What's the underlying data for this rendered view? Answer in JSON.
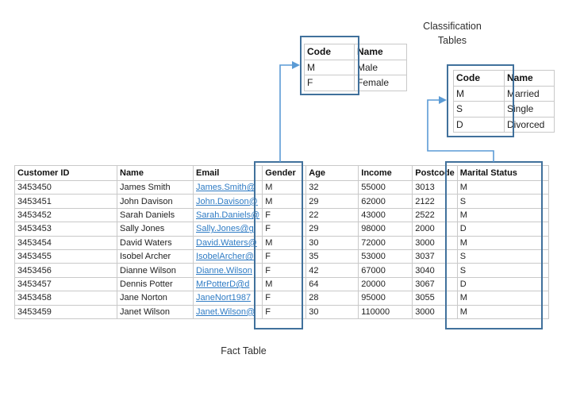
{
  "labels": {
    "classification_tables": "Classification Tables",
    "fact_table": "Fact Table"
  },
  "colors": {
    "highlight_box": "#41719c",
    "connector": "#5b9bd5",
    "hyperlink": "#2e7bc4",
    "grid_line": "#c9c9c9"
  },
  "gender_table": {
    "headers": [
      "Code",
      "Name"
    ],
    "rows": [
      {
        "code": "M",
        "name": "Male"
      },
      {
        "code": "F",
        "name": "Female"
      }
    ]
  },
  "marital_table": {
    "headers": [
      "Code",
      "Name"
    ],
    "rows": [
      {
        "code": "M",
        "name": "Married"
      },
      {
        "code": "S",
        "name": "Single"
      },
      {
        "code": "D",
        "name": "Divorced"
      }
    ]
  },
  "fact_table": {
    "headers": [
      "Customer ID",
      "Name",
      "Email",
      "Gender",
      "Age",
      "Income",
      "Postcode",
      "Marital Status"
    ],
    "rows": [
      {
        "customer_id": "3453450",
        "name": "James Smith",
        "email": "James.Smith@",
        "gender": "M",
        "age": "32",
        "income": "55000",
        "postcode": "3013",
        "marital_status": "M"
      },
      {
        "customer_id": "3453451",
        "name": "John Davison",
        "email": "John.Davison@",
        "gender": "M",
        "age": "29",
        "income": "62000",
        "postcode": "2122",
        "marital_status": "S"
      },
      {
        "customer_id": "3453452",
        "name": "Sarah Daniels",
        "email": "Sarah.Daniels@",
        "gender": "F",
        "age": "22",
        "income": "43000",
        "postcode": "2522",
        "marital_status": "M"
      },
      {
        "customer_id": "3453453",
        "name": "Sally Jones",
        "email": "Sally.Jones@g",
        "gender": "F",
        "age": "29",
        "income": "98000",
        "postcode": "2000",
        "marital_status": "D"
      },
      {
        "customer_id": "3453454",
        "name": "David Waters",
        "email": "David.Waters@",
        "gender": "M",
        "age": "30",
        "income": "72000",
        "postcode": "3000",
        "marital_status": "M"
      },
      {
        "customer_id": "3453455",
        "name": "Isobel Archer",
        "email": "IsobelArcher@",
        "gender": "F",
        "age": "35",
        "income": "53000",
        "postcode": "3037",
        "marital_status": "S"
      },
      {
        "customer_id": "3453456",
        "name": "Dianne Wilson",
        "email": "Dianne.Wilson",
        "gender": "F",
        "age": "42",
        "income": "67000",
        "postcode": "3040",
        "marital_status": "S"
      },
      {
        "customer_id": "3453457",
        "name": "Dennis Potter",
        "email": "MrPotterD@d",
        "gender": "M",
        "age": "64",
        "income": "20000",
        "postcode": "3067",
        "marital_status": "D"
      },
      {
        "customer_id": "3453458",
        "name": "Jane Norton",
        "email": "JaneNort1987",
        "gender": "F",
        "age": "28",
        "income": "95000",
        "postcode": "3055",
        "marital_status": "M"
      },
      {
        "customer_id": "3453459",
        "name": "Janet Wilson",
        "email": "Janet.Wilson@",
        "gender": "F",
        "age": "30",
        "income": "110000",
        "postcode": "3000",
        "marital_status": "M"
      }
    ]
  }
}
